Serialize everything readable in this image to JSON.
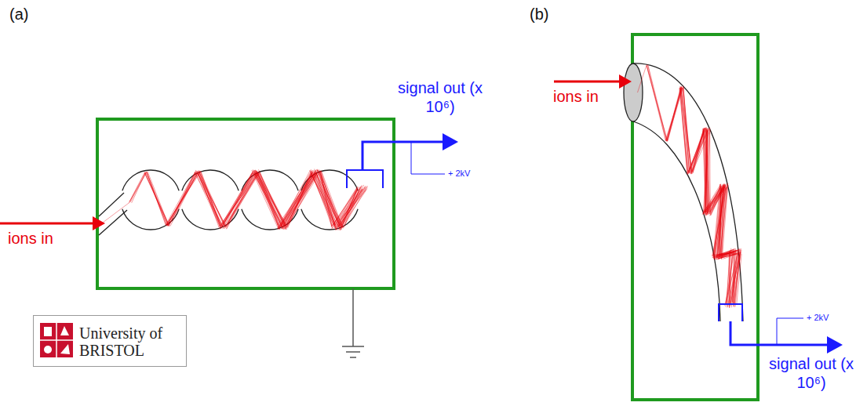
{
  "diagram": {
    "nodes": [
      {
        "text": [
          "University of BRISTOL"
        ]
      }
    ],
    "labels": [
      "(a)",
      "(b)",
      "ions in",
      "signal out (x 10⁶)",
      "+ 2kV",
      "ions in",
      "signal out (x 10⁶)",
      "+ 2kV"
    ]
  }
}
